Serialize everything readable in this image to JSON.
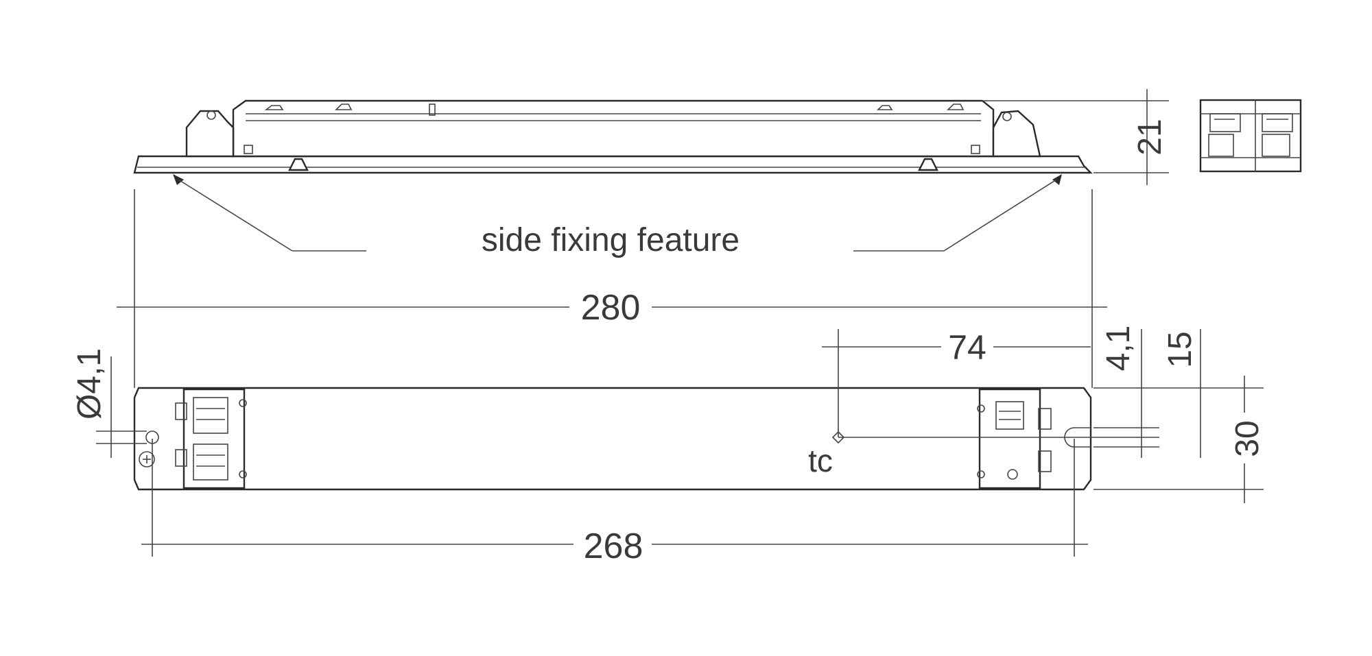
{
  "annotation": {
    "side_fixing": "side fixing feature"
  },
  "dimensions": {
    "overall_length": "280",
    "mounting_distance": "268",
    "tc_offset": "74",
    "hole_offset": "4,1",
    "height_to_tc": "15",
    "width": "30",
    "height": "21",
    "hole_diameter": "Ø4,1"
  },
  "marker": {
    "tc": "tc"
  }
}
